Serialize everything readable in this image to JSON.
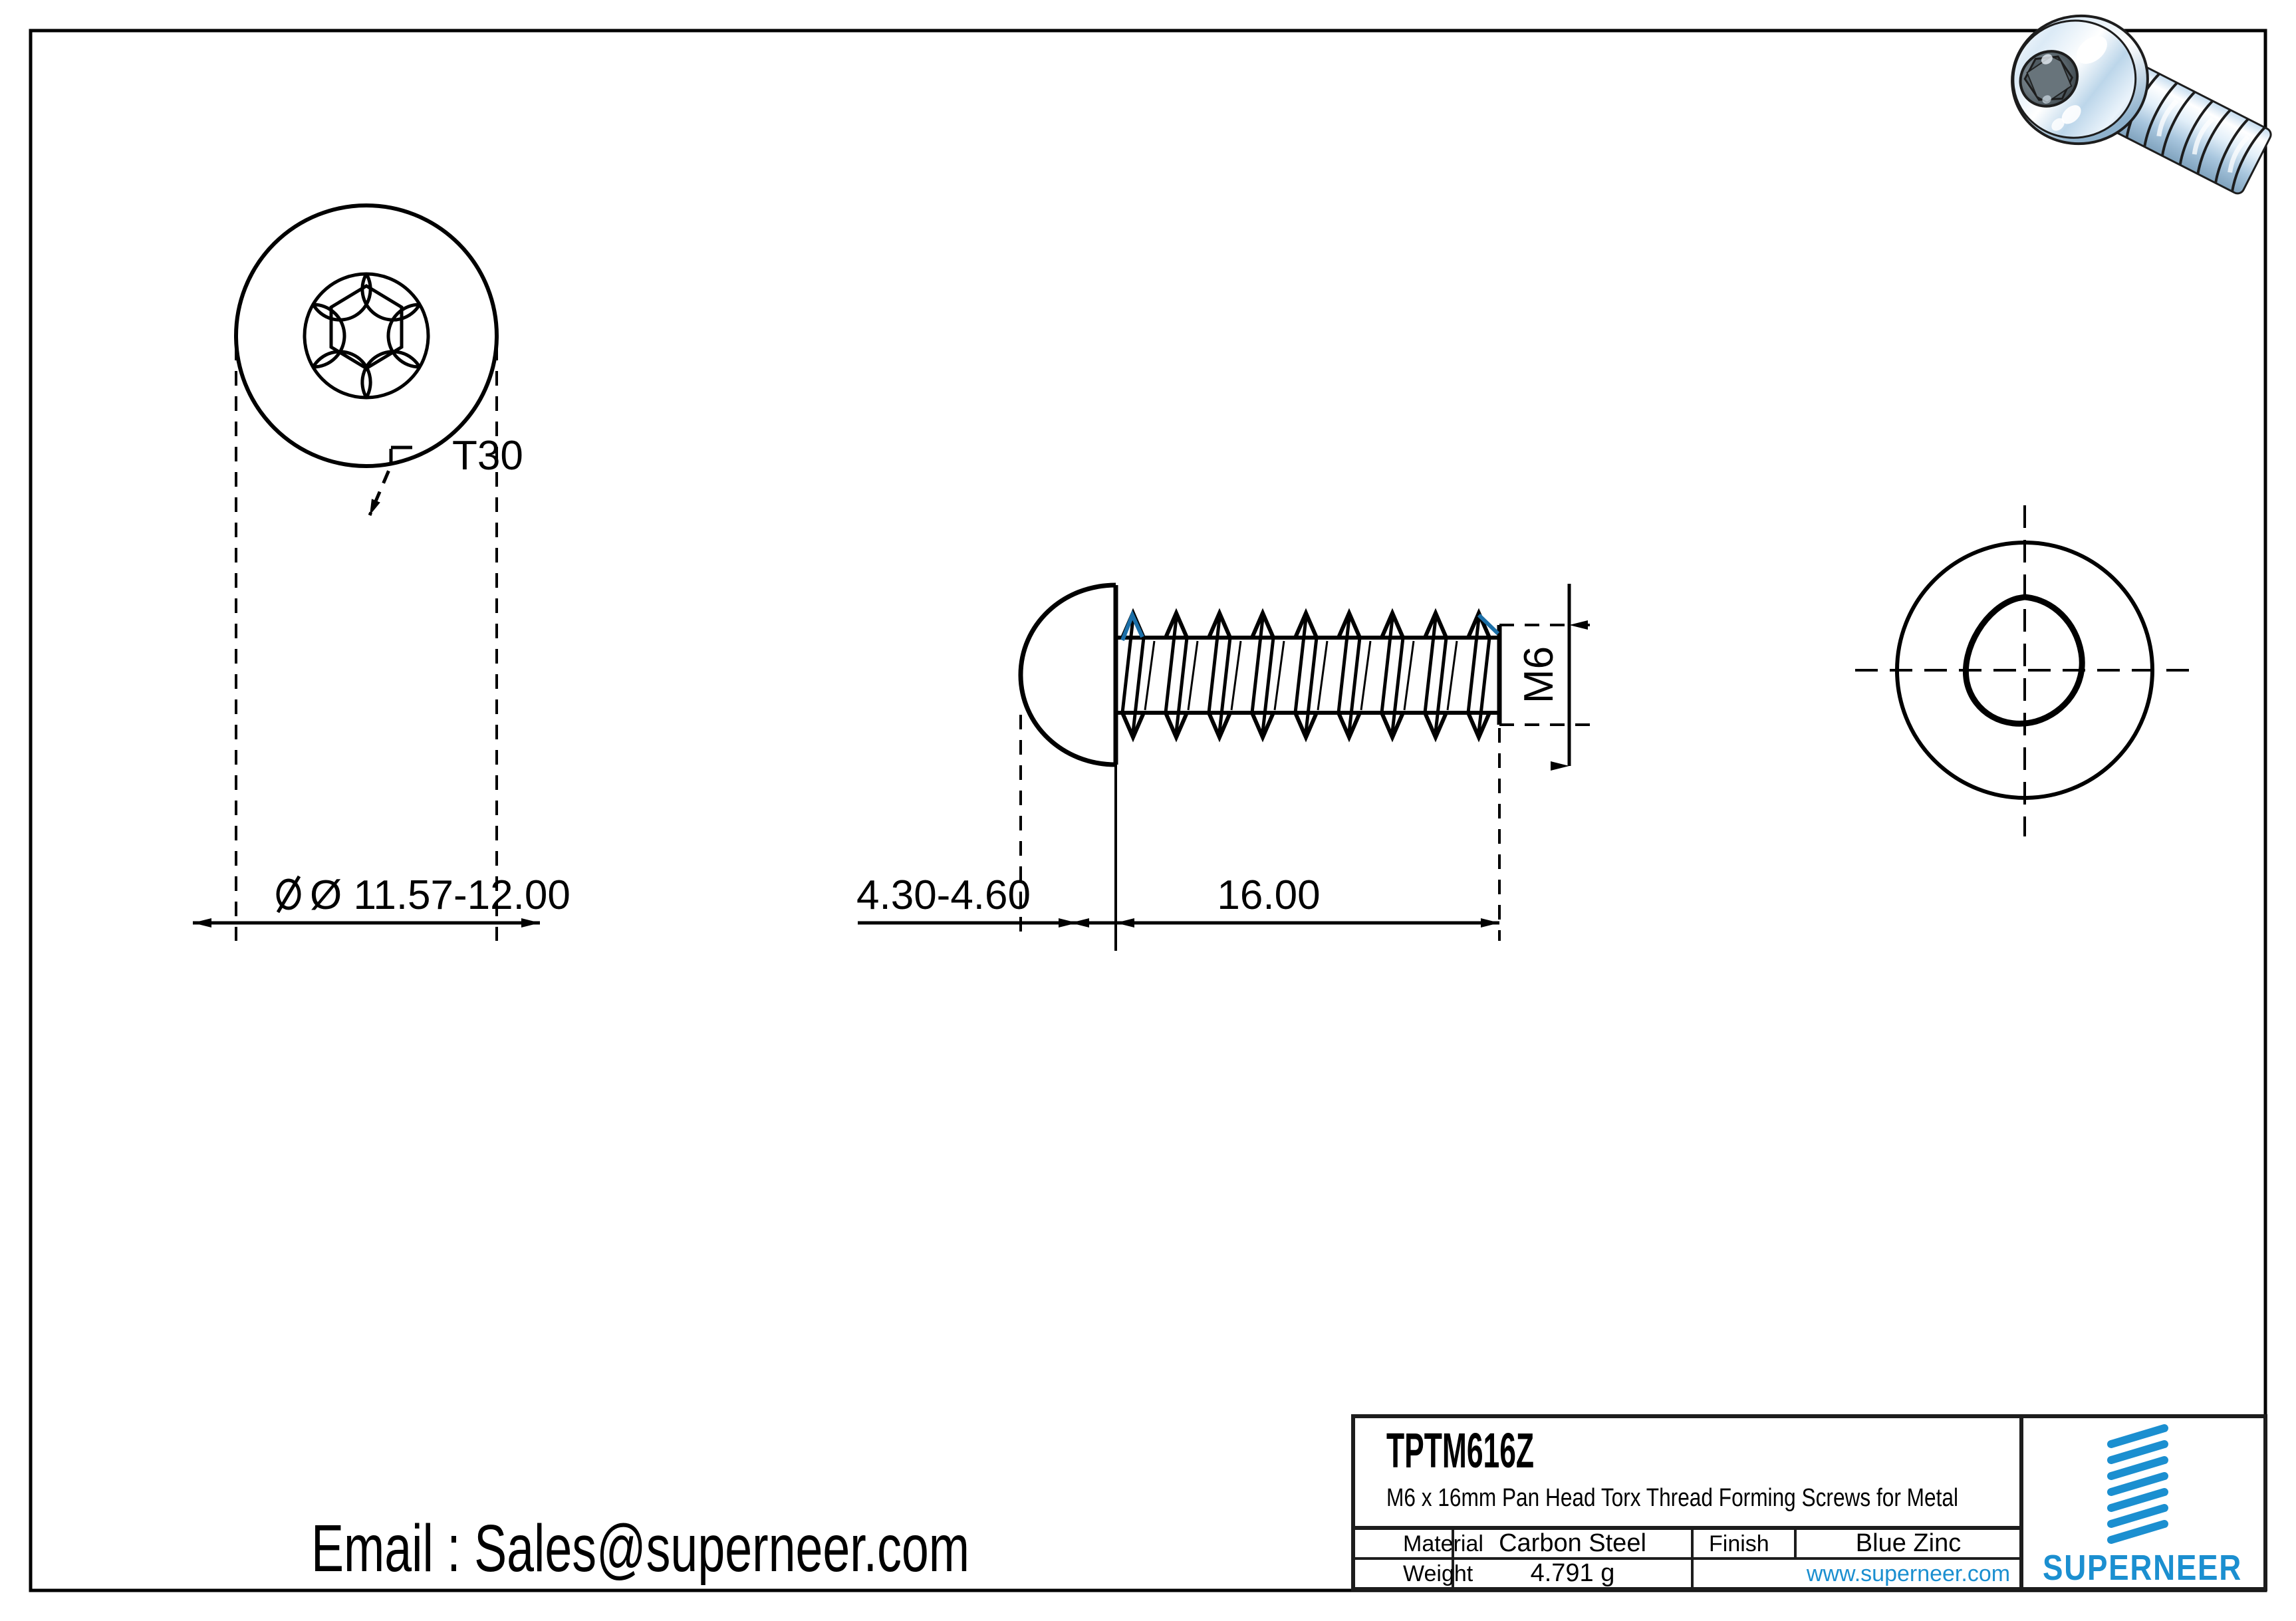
{
  "document": {
    "type": "engineering-drawing",
    "sheet_width": 3453,
    "sheet_height": 2438,
    "background_color": "#ffffff",
    "line_color": "#000000",
    "accent_color": "#1B8FD0"
  },
  "views": {
    "head_end_view": {
      "name": "Torx head end view",
      "drive_callout": "T30",
      "head_diameter_dimension": "Ø 11.57-12.00",
      "lobe_count": 6
    },
    "side_view": {
      "name": "Pan head side elevation",
      "head_height_dimension": "4.30-4.60",
      "thread_length_dimension": "16.00",
      "thread_size_dimension": "M6"
    },
    "point_end_view": {
      "name": "Trilobular shank cross-section",
      "lobe_count": 3
    }
  },
  "contact": {
    "email_line": "Email : Sales@superneer.com"
  },
  "title_block": {
    "part_number": "TPTM616Z",
    "description": "M6 x 16mm Pan Head Torx Thread Forming Screws for Metal",
    "rows": [
      {
        "label_1": "Material",
        "value_1": "Carbon Steel",
        "label_2": "Finish",
        "value_2": "Blue Zinc"
      },
      {
        "label_1": "Weight",
        "value_1": "4.791 g",
        "website": "www.superneer.com"
      }
    ],
    "brand": {
      "name": "SUPERNEER",
      "color": "#1B8FD0"
    }
  }
}
